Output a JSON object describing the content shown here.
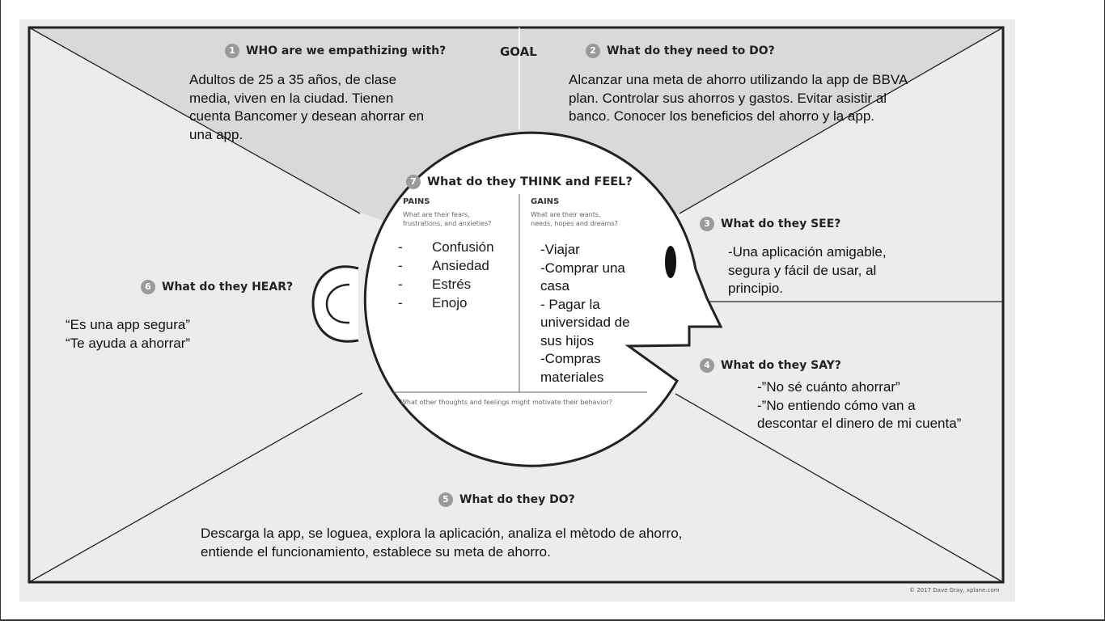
{
  "canvas": {
    "background": "#ececec",
    "shade": "#d9d9d9",
    "line": "#222222",
    "head_fill": "#ffffff"
  },
  "goal_label": "GOAL",
  "who": {
    "num": "1",
    "title": "WHO are we empathizing with?",
    "lines": [
      "Adultos de 25 a 35 años, de clase",
      "media,   viven en la ciudad. Tienen",
      "cuenta Bancomer y desean ahorrar en",
      "una app."
    ]
  },
  "do_need": {
    "num": "2",
    "title": "What do they need to DO?",
    "lines": [
      "Alcanzar una meta de ahorro utilizando  la app de BBVA",
      "plan. Controlar sus ahorros y gastos. Evitar asistir al",
      "banco. Conocer los beneficios del ahorro y la app."
    ]
  },
  "see": {
    "num": "3",
    "title": "What do they SEE?",
    "lines": [
      "-Una aplicación amigable,",
      "segura y fácil de usar, al",
      "principio."
    ]
  },
  "say": {
    "num": "4",
    "title": "What do they SAY?",
    "lines": [
      "-”No sé cuánto ahorrar”",
      "-”No entiendo cómo van a",
      "descontar el dinero de mi cuenta”"
    ]
  },
  "do": {
    "num": "5",
    "title": "What do they DO?",
    "lines": [
      "Descarga la app, se loguea, explora la aplicación, analiza el mètodo de ahorro,",
      "entiende el funcionamiento, establece su meta de ahorro."
    ]
  },
  "hear": {
    "num": "6",
    "title": "What do they HEAR?",
    "lines": [
      "“Es una app segura”",
      "“Te ayuda a ahorrar”"
    ]
  },
  "think_feel": {
    "num": "7",
    "title": "What do they THINK and FEEL?",
    "pains_heading": "PAINS",
    "pains_sub": [
      "What are their fears,",
      "frustrations, and anxieties?"
    ],
    "pains": [
      "Confusión",
      "Ansiedad",
      "Estrés",
      "Enojo"
    ],
    "pain_bullet": "-",
    "gains_heading": "GAINS",
    "gains_sub": [
      "What are their wants,",
      "needs, hopes and dreams?"
    ],
    "gains": [
      "-Viajar",
      "-Comprar una",
      "casa",
      "- Pagar la",
      "universidad de",
      "sus hijos",
      "-Compras",
      "materiales"
    ],
    "footer": "What other thoughts and feelings might motivate their behavior?"
  },
  "credit": "© 2017 Dave Gray, xplane.com"
}
